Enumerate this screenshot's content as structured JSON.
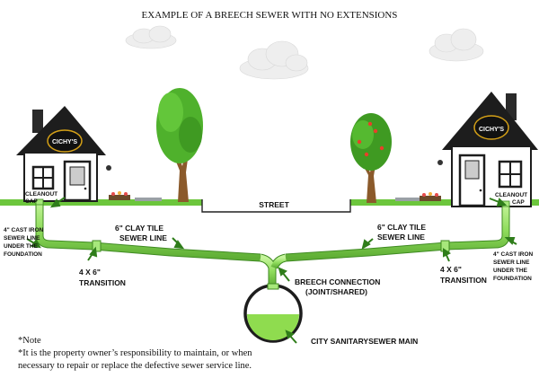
{
  "title": "EXAMPLE OF A BREECH SEWER WITH NO EXTENSIONS",
  "street_label": "STREET",
  "logo_text": "CICHY'S",
  "left_house": {
    "cleanout_line1": "CLEANOUT",
    "cleanout_line2": "CAP",
    "cast_iron": [
      "4\" CAST IRON",
      "SEWER LINE",
      "UNDER THE",
      "FOUNDATION"
    ],
    "clay_tile": [
      "6\" CLAY TILE",
      "SEWER LINE"
    ],
    "transition": [
      "4 X 6\"",
      "TRANSITION"
    ]
  },
  "right_house": {
    "cleanout_line1": "CLEANOUT",
    "cleanout_line2": "CAP",
    "cast_iron": [
      "4\" CAST IRON",
      "SEWER LINE",
      "UNDER THE",
      "FOUNDATION"
    ],
    "clay_tile": [
      "6\" CLAY TILE",
      "SEWER LINE"
    ],
    "transition": [
      "4 X 6\"",
      "TRANSITION"
    ]
  },
  "breech": [
    "BREECH CONNECTION",
    "(JOINT/SHARED)"
  ],
  "main_label": "CITY SANITARYSEWER MAIN",
  "notes": [
    "*Note",
    "*It is the property owner’s responsibility to maintain, or when",
    "necessary to repair or replace the defective sewer service line."
  ],
  "colors": {
    "pipe": "#9be36a",
    "pipe_dark": "#4f9a2c",
    "grass": "#6cc63c",
    "roof": "#1d1d1d",
    "house_wall": "#ffffff"
  }
}
